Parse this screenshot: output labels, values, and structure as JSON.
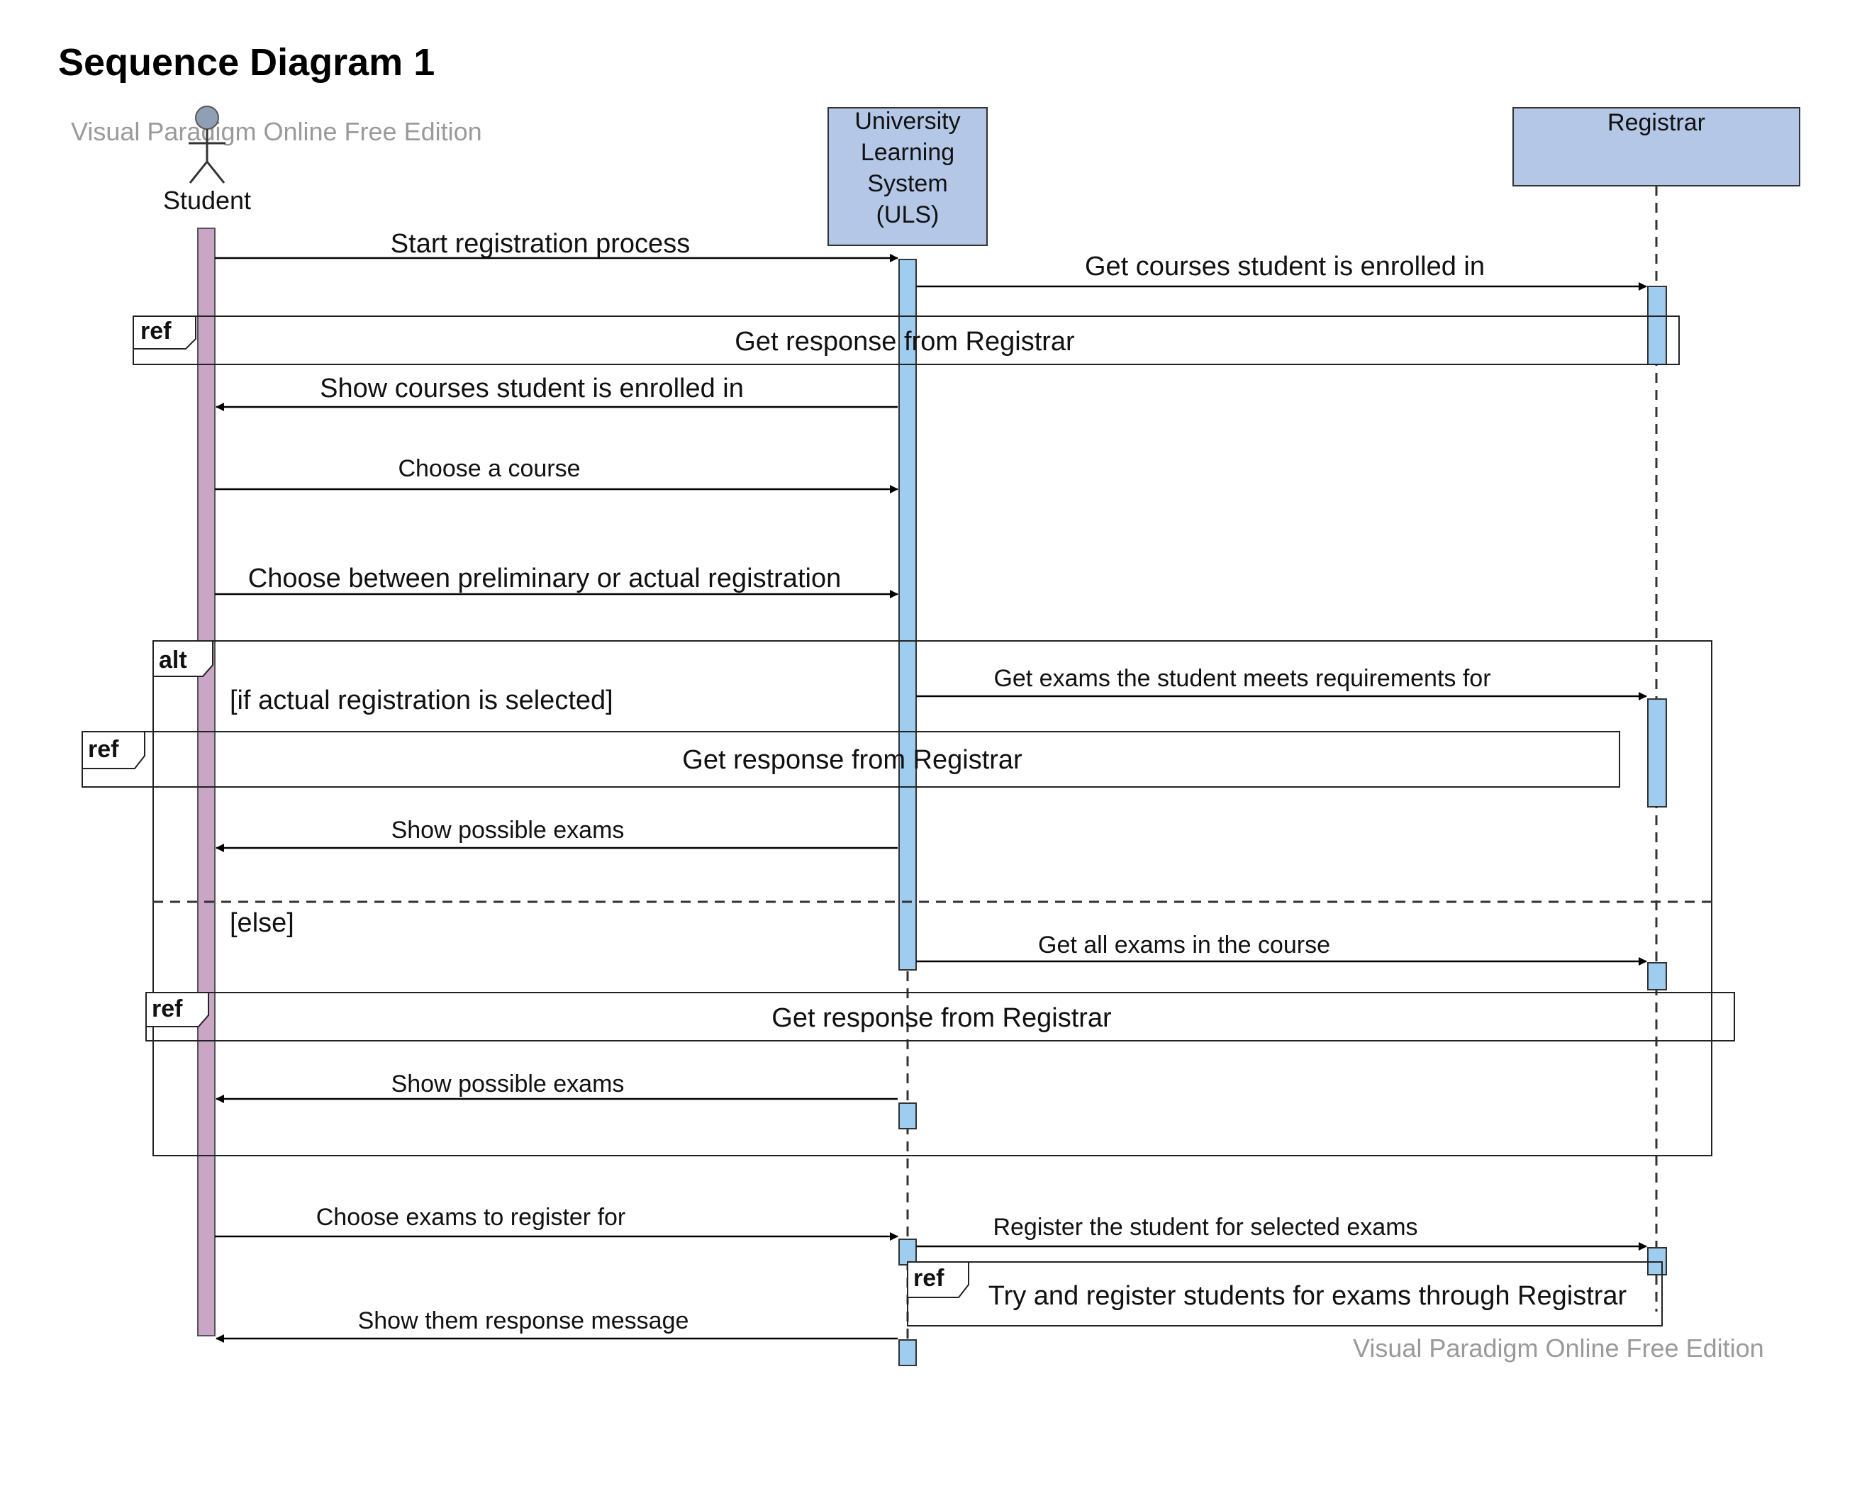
{
  "diagram": {
    "title": "Sequence Diagram 1",
    "watermark": "Visual Paradigm Online Free Edition",
    "lifelines": {
      "student": "Student",
      "uls_lines": [
        "University",
        "Learning",
        "System",
        "(ULS)"
      ],
      "registrar": "Registrar"
    },
    "messages": [
      "Start registration process",
      "Get courses student is enrolled in",
      "Show courses student is enrolled in",
      "Choose a course",
      "Choose between preliminary or actual registration",
      "Get exams the student meets requirements for",
      "Show possible exams",
      "Get all exams in the course",
      "Show possible exams",
      "Choose exams to register for",
      "Register the student for selected exams",
      "Show them response message"
    ],
    "fragments": {
      "ref_tag": "ref",
      "alt_tag": "alt",
      "ref_texts": [
        "Get response from Registrar",
        "Get response from Registrar",
        "Get response from Registrar",
        "Try and register students for exams through Registrar"
      ],
      "guards": [
        "[if actual registration is selected]",
        "[else]"
      ]
    },
    "colors": {
      "student_activation": "#c9a6c6",
      "uls_activation": "#9fcdf0",
      "header_box": "#b4c7e7",
      "line": "#1a1a1a"
    }
  }
}
